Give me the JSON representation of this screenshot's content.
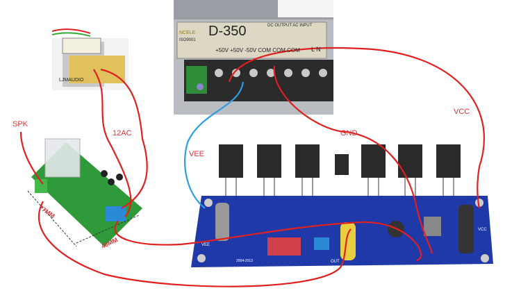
{
  "labels": {
    "spk": "SPK",
    "ac12": "12AC",
    "vee": "VEE",
    "gnd": "GND",
    "vcc": "VCC",
    "dim_width": "77MM",
    "dim_height": "48MM"
  },
  "power_supply": {
    "brand": "NCELE",
    "model": "D-350",
    "spec": "DC OUTPUT  AC INPUT",
    "terminals": "+50V +50V -50V  COM COM COM",
    "ac_terminals": "L  N",
    "cert": "ISO9001"
  },
  "transformer": {
    "maker": "LJMAUDIO"
  },
  "amp_board": {
    "vee_pad": "VEE",
    "vcc_pad": "VCC",
    "out_pad": "OUT",
    "year": "2004-2013"
  },
  "colors": {
    "wire_red": "#e02020",
    "wire_blue": "#2a9ee0",
    "pcb_blue": "#1f3aa8",
    "pcb_green": "#3aa83a",
    "label_red": "#d8353a"
  }
}
